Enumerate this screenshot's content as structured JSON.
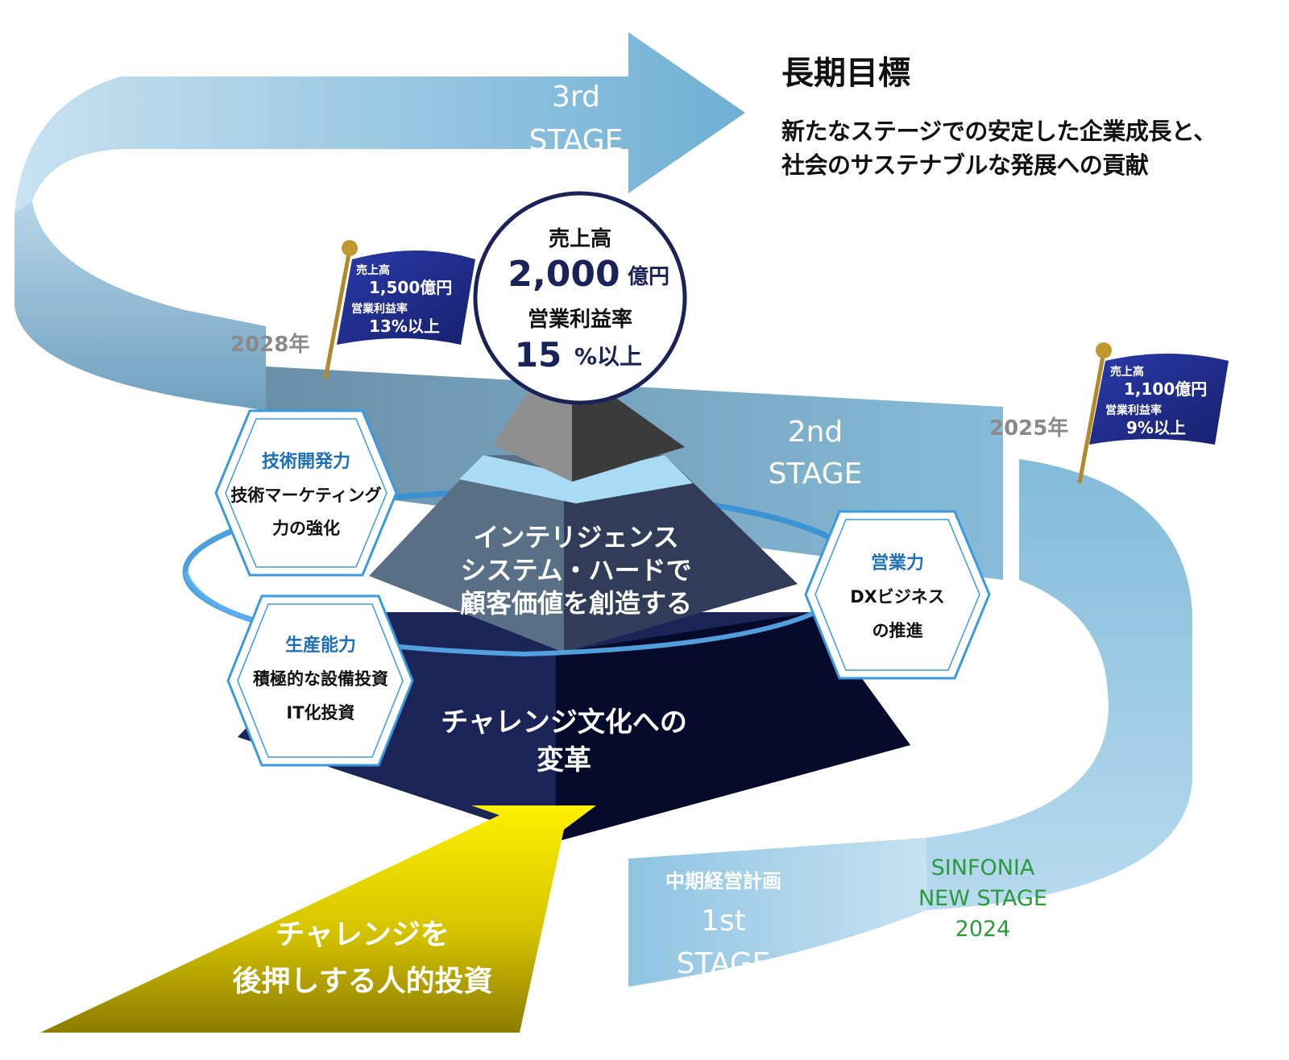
{
  "long_term_goal": {
    "title": "長期目標",
    "text_line1": "新たなステージでの安定した企業成長と、",
    "text_line2": "社会のサステナブルな発展への貢献"
  },
  "stages": {
    "third": {
      "line1": "3rd",
      "line2": "STAGE"
    },
    "second": {
      "line1": "2nd",
      "line2": "STAGE"
    },
    "first": {
      "plan": "中期経営計画",
      "line1": "1st",
      "line2": "STAGE"
    },
    "plan_name": {
      "line1": "SINFONIA",
      "line2": "NEW STAGE",
      "line3": "2024"
    }
  },
  "top_target": {
    "sales_label": "売上高",
    "sales_value": "2,000",
    "sales_unit": "億円",
    "margin_label": "営業利益率",
    "margin_value": "15",
    "margin_unit": "%以上"
  },
  "flag_2028": {
    "year": "2028年",
    "sales_label": "売上高",
    "sales_value": "1,500億円",
    "margin_label": "営業利益率",
    "margin_value": "13%以上"
  },
  "flag_2025": {
    "year": "2025年",
    "sales_label": "売上高",
    "sales_value": "1,100億円",
    "margin_label": "営業利益率",
    "margin_value": "9%以上"
  },
  "pyramid": {
    "middle_line1": "インテリジェンス",
    "middle_line2": "システム・ハードで",
    "middle_line3": "顧客価値を創造する",
    "bottom_line1": "チャレンジ文化への",
    "bottom_line2": "変革"
  },
  "hexagons": {
    "tech": {
      "title": "技術開発力",
      "line1": "技術マーケティング",
      "line2": "力の強化"
    },
    "production": {
      "title": "生産能力",
      "line1": "積極的な設備投資",
      "line2": "IT化投資"
    },
    "sales": {
      "title": "営業力",
      "line1": "DXビジネス",
      "line2": "の推進"
    }
  },
  "investment_arrow": {
    "line1": "チャレンジを",
    "line2": "後押しする人的投資"
  },
  "colors": {
    "band_light": "#bcdcee",
    "band_mid": "#7fb7d6",
    "band_dark": "#6a9fbe",
    "pyramid_top": "#4a4a4a",
    "pyramid_mid": "#3f5670",
    "pyramid_base": "#121c48",
    "flag": "#1d2a8c",
    "hex_title": "#1e6fb8",
    "yellow": "#f2e600",
    "green_text": "#2a9a3a",
    "year_gray": "#8a8a8a"
  }
}
